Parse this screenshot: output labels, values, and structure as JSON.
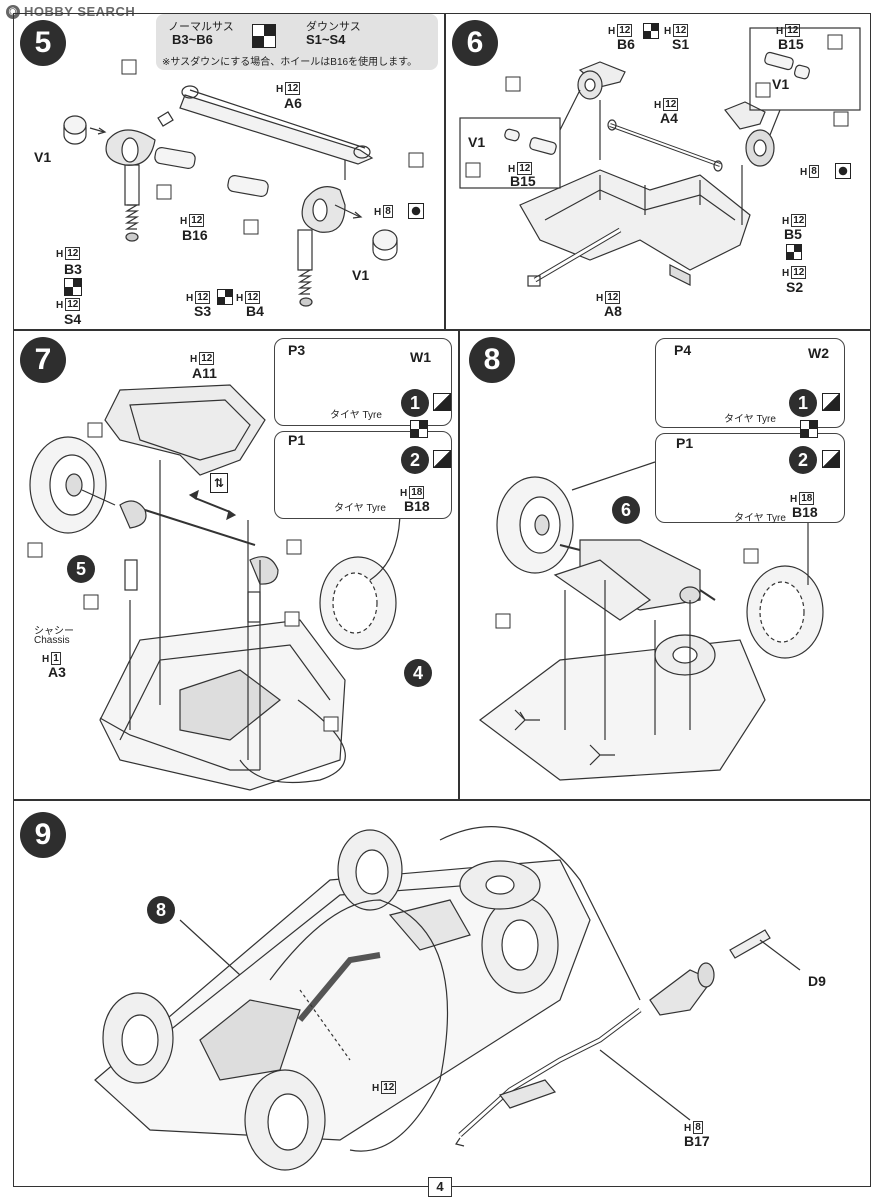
{
  "watermark": {
    "text": "HOBBY SEARCH"
  },
  "page_number": "4",
  "steps": {
    "s5": "5",
    "s6": "6",
    "s7": "7",
    "s8": "8",
    "s9": "9",
    "sub5": "5",
    "sub6": "6",
    "sub8": "8",
    "sub4": "4"
  },
  "step5": {
    "note": {
      "normal_label": "ノーマルサス",
      "normal_parts": "B3~B6",
      "down_label": "ダウンサス",
      "down_parts": "S1~S4",
      "caution": "※サスダウンにする場合、ホイールはB16を使用します。"
    },
    "labels": {
      "a6_h": "H",
      "a6_num": "12",
      "a6": "A6",
      "v1a": "V1",
      "v1b": "V1",
      "b16_h": "H",
      "b16_num": "12",
      "b16": "B16",
      "b3_h": "H",
      "b3_num": "12",
      "b3": "B3",
      "s4_h": "H",
      "s4_num": "12",
      "s4": "S4",
      "s3_h": "H",
      "s3_num": "12",
      "s3": "S3",
      "b4_h": "H",
      "b4_num": "12",
      "b4": "B4",
      "h8_h": "H",
      "h8_num": "8"
    }
  },
  "step6": {
    "labels": {
      "b6_h": "H",
      "b6_num": "12",
      "b6": "B6",
      "s1_h": "H",
      "s1_num": "12",
      "s1": "S1",
      "b15a_h": "H",
      "b15a_num": "12",
      "b15a": "B15",
      "v1a": "V1",
      "a4_h": "H",
      "a4_num": "12",
      "a4": "A4",
      "v1b": "V1",
      "b15b_h": "H",
      "b15b_num": "12",
      "b15b": "B15",
      "h8_h": "H",
      "h8_num": "8",
      "b5_h": "H",
      "b5_num": "12",
      "b5": "B5",
      "s2_h": "H",
      "s2_num": "12",
      "s2": "S2",
      "a8_h": "H",
      "a8_num": "12",
      "a8": "A8"
    }
  },
  "step7": {
    "labels": {
      "a11_h": "H",
      "a11_num": "12",
      "a11": "A11",
      "p3": "P3",
      "w1": "W1",
      "tyre1": "タイヤ Tyre",
      "opt1": "1",
      "opt2": "2",
      "p1": "P1",
      "tyre2": "タイヤ Tyre",
      "b18_h": "H",
      "b18_num": "18",
      "b18": "B18",
      "chassis_jp": "シャシー",
      "chassis_en": "Chassis",
      "a3_h": "H",
      "a3_num": "1",
      "a3": "A3"
    }
  },
  "step8": {
    "labels": {
      "p4": "P4",
      "w2": "W2",
      "tyre1": "タイヤ Tyre",
      "opt1": "1",
      "opt2": "2",
      "p1": "P1",
      "tyre2": "タイヤ Tyre",
      "b18_h": "H",
      "b18_num": "18",
      "b18": "B18"
    }
  },
  "step9": {
    "labels": {
      "d9": "D9",
      "h12_h": "H",
      "h12_num": "12",
      "b17_h": "H",
      "b17_num": "8",
      "b17": "B17"
    }
  }
}
